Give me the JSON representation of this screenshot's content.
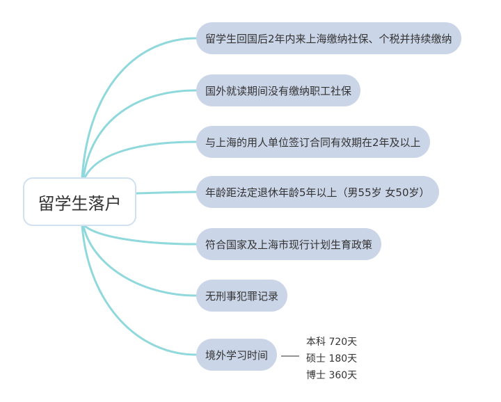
{
  "root": {
    "label": "留学生落户"
  },
  "branches": [
    {
      "label": "留学生回国后2年内来上海缴纳社保、个税并持续缴纳"
    },
    {
      "label": "国外就读期间没有缴纳职工社保"
    },
    {
      "label": "与上海的用人单位签订合同有效期在2年及以上"
    },
    {
      "label": "年龄距法定退休年龄5年以上（男55岁  女50岁）"
    },
    {
      "label": "符合国家及上海市现行计划生育政策"
    },
    {
      "label": "无刑事犯罪记录"
    },
    {
      "label": "境外学习时间",
      "children": [
        "本科 720天",
        "硕士 180天",
        "博士 360天"
      ]
    }
  ],
  "colors": {
    "connector": "#8fd8dc",
    "pill": "#cbd5e8",
    "root_border": "#cfe1f1",
    "text": "#333333"
  }
}
